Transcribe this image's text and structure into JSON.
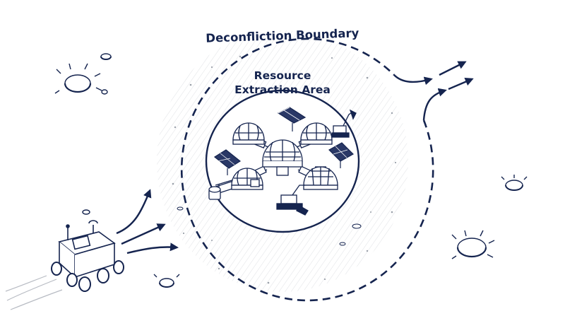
{
  "labels": {
    "boundary": "Deconfliction Boundary",
    "area_line1": "Resource",
    "area_line2": "Extraction Area"
  },
  "colors": {
    "ink": "#15244f",
    "background": "#ffffff",
    "shading": "#8a8f99"
  },
  "icons": [
    "rover-icon",
    "habitat-dome-icon",
    "solar-panel-icon",
    "excavator-icon",
    "crater-icon"
  ]
}
